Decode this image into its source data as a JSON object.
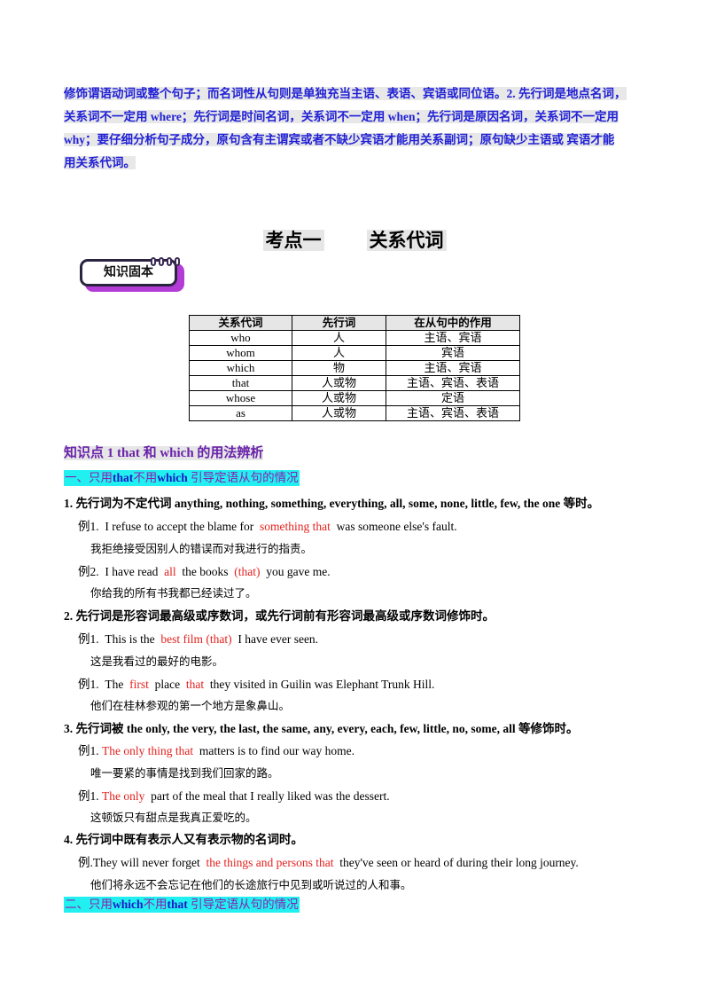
{
  "intro": {
    "lines": [
      "修饰谓语动词或整个句子；而名词性从句则是单独充当主语、表语、宾语或同位语。2. 先行词是地点名词，",
      "关系词不一定用 where；先行词是时间名词，关系词不一定用 when；先行词是原因名词，关系词不一定用",
      "why；要仔细分析句子成分，原句含有主谓宾或者不缺少宾语才能用关系副词；原句缺少主语或  宾语才能",
      "用关系代词。"
    ]
  },
  "heading": {
    "left": "考点一",
    "right": "关系代词"
  },
  "badge": {
    "label": "知识固本"
  },
  "table": {
    "headers": [
      "关系代词",
      "先行词",
      "在从句中的作用"
    ],
    "rows": [
      [
        "who",
        "人",
        "主语、宾语"
      ],
      [
        "whom",
        "人",
        "宾语"
      ],
      [
        "which",
        "物",
        "主语、宾语"
      ],
      [
        "that",
        "人或物",
        "主语、宾语、表语"
      ],
      [
        "whose",
        "人或物",
        "定语"
      ],
      [
        "as",
        "人或物",
        "主语、宾语、表语"
      ]
    ]
  },
  "knowledge_point": {
    "title": "知识点 1    that 和 which 的用法辨析"
  },
  "section1": {
    "prefix": "一、只用",
    "kw1": "that",
    "mid": "不用",
    "kw2": "which",
    "suffix": "引导定语从句的情况"
  },
  "rule1": {
    "text": "1. 先行词为不定代词 anything, nothing, something, everything, all, some, none, little, few, the one 等时。"
  },
  "ex1": {
    "label": "例1.",
    "pre": "I refuse to accept the blame for",
    "red": "something that",
    "post": "was someone else's fault.",
    "tr": "我拒绝接受因别人的错误而对我进行的指责。"
  },
  "ex2": {
    "label": "例2.",
    "pre": "I have read",
    "red1": "all",
    "mid": "the books",
    "red2": "(that)",
    "post": "you gave me.",
    "tr": "你给我的所有书我都已经读过了。"
  },
  "rule2": {
    "text": "2. 先行词是形容词最高级或序数词，或先行词前有形容词最高级或序数词修饰时。"
  },
  "ex3": {
    "label": "例1.",
    "pre": "This is the",
    "red": "best film (that)",
    "post": "I have ever seen.",
    "tr": "这是我看过的最好的电影。"
  },
  "ex4": {
    "label": "例1.",
    "pre": "The",
    "red1": "first",
    "mid": "place",
    "red2": "that",
    "post": "they visited in Guilin was Elephant Trunk Hill.",
    "tr": "他们在桂林参观的第一个地方是象鼻山。"
  },
  "rule3": {
    "text": "3. 先行词被 the only, the very, the last, the same, any, every, each, few, little, no, some, all 等修饰时。"
  },
  "ex5": {
    "label": "例1.",
    "red": "The only thing that",
    "post": "matters is to find our way home.",
    "tr": "唯一要紧的事情是找到我们回家的路。"
  },
  "ex6": {
    "label": "例1.",
    "red": "The only",
    "post": "part of the meal that I really liked was the dessert.",
    "tr": "这顿饭只有甜点是我真正爱吃的。"
  },
  "rule4": {
    "text": "4. 先行词中既有表示人又有表示物的名词时。"
  },
  "ex7": {
    "label": "例.",
    "pre": "They will never forget",
    "red": "the things and persons that",
    "post": "they've seen or heard of during their long journey.",
    "tr": "他们将永远不会忘记在他们的长途旅行中见到或听说过的人和事。"
  },
  "section2": {
    "prefix": "二、只用",
    "kw1": "which",
    "mid": "不用",
    "kw2": "that",
    "suffix": "引导定语从句的情况"
  }
}
